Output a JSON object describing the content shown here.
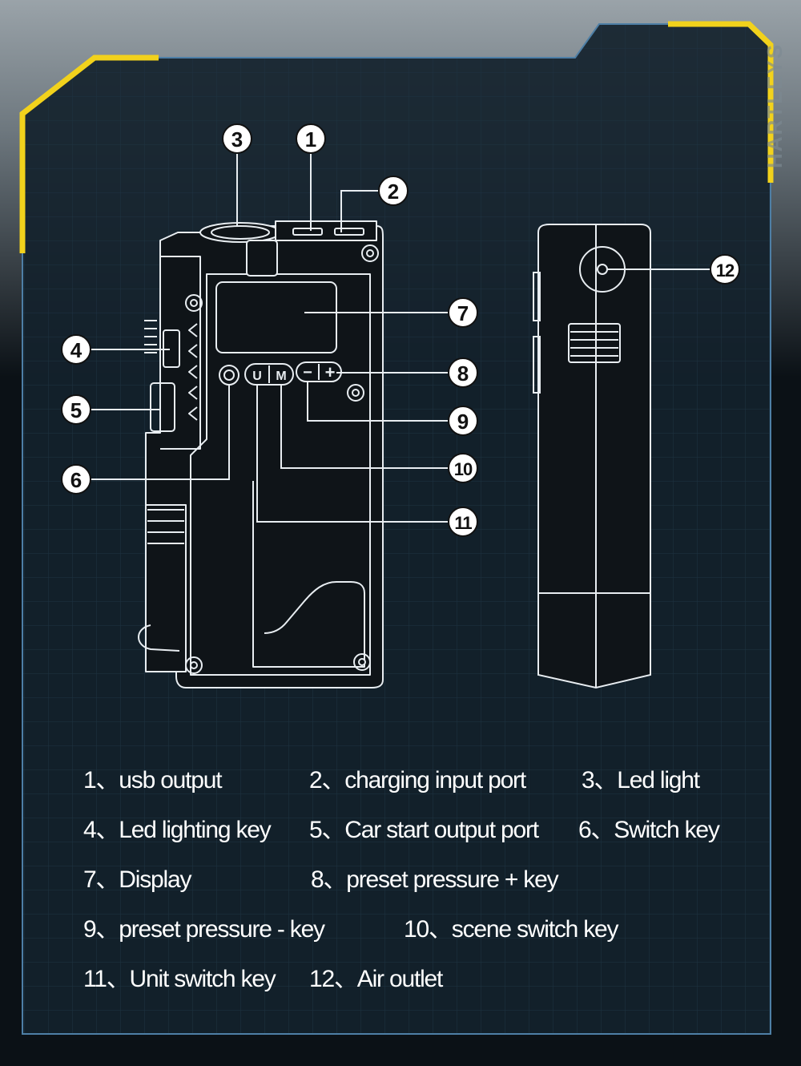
{
  "watermark": "HARTLEYS",
  "colors": {
    "frame_accent": "#f2d21c",
    "frame_line": "#4e7fa6",
    "panel_bg": "#14222c",
    "grid": "#1e3342",
    "outline": "#e8edf1",
    "device_fill": "#0f1418",
    "text": "#ffffff"
  },
  "callouts": [
    {
      "id": "1",
      "label": "1"
    },
    {
      "id": "2",
      "label": "2"
    },
    {
      "id": "3",
      "label": "3"
    },
    {
      "id": "4",
      "label": "4"
    },
    {
      "id": "5",
      "label": "5"
    },
    {
      "id": "6",
      "label": "6"
    },
    {
      "id": "7",
      "label": "7"
    },
    {
      "id": "8",
      "label": "8"
    },
    {
      "id": "9",
      "label": "9"
    },
    {
      "id": "10",
      "label": "10"
    },
    {
      "id": "11",
      "label": "11"
    },
    {
      "id": "12",
      "label": "12"
    }
  ],
  "device": {
    "button_u": "U",
    "button_m": "M",
    "button_minus": "−",
    "button_plus": "+"
  },
  "legend": [
    "1、usb output",
    "2、charging input port",
    "3、Led light",
    "4、Led lighting key",
    "5、Car start output port",
    "6、Switch key",
    "7、Display",
    "8、preset pressure + key",
    "9、preset pressure - key",
    "10、scene switch key",
    "11、Unit switch key",
    "12、Air outlet"
  ]
}
